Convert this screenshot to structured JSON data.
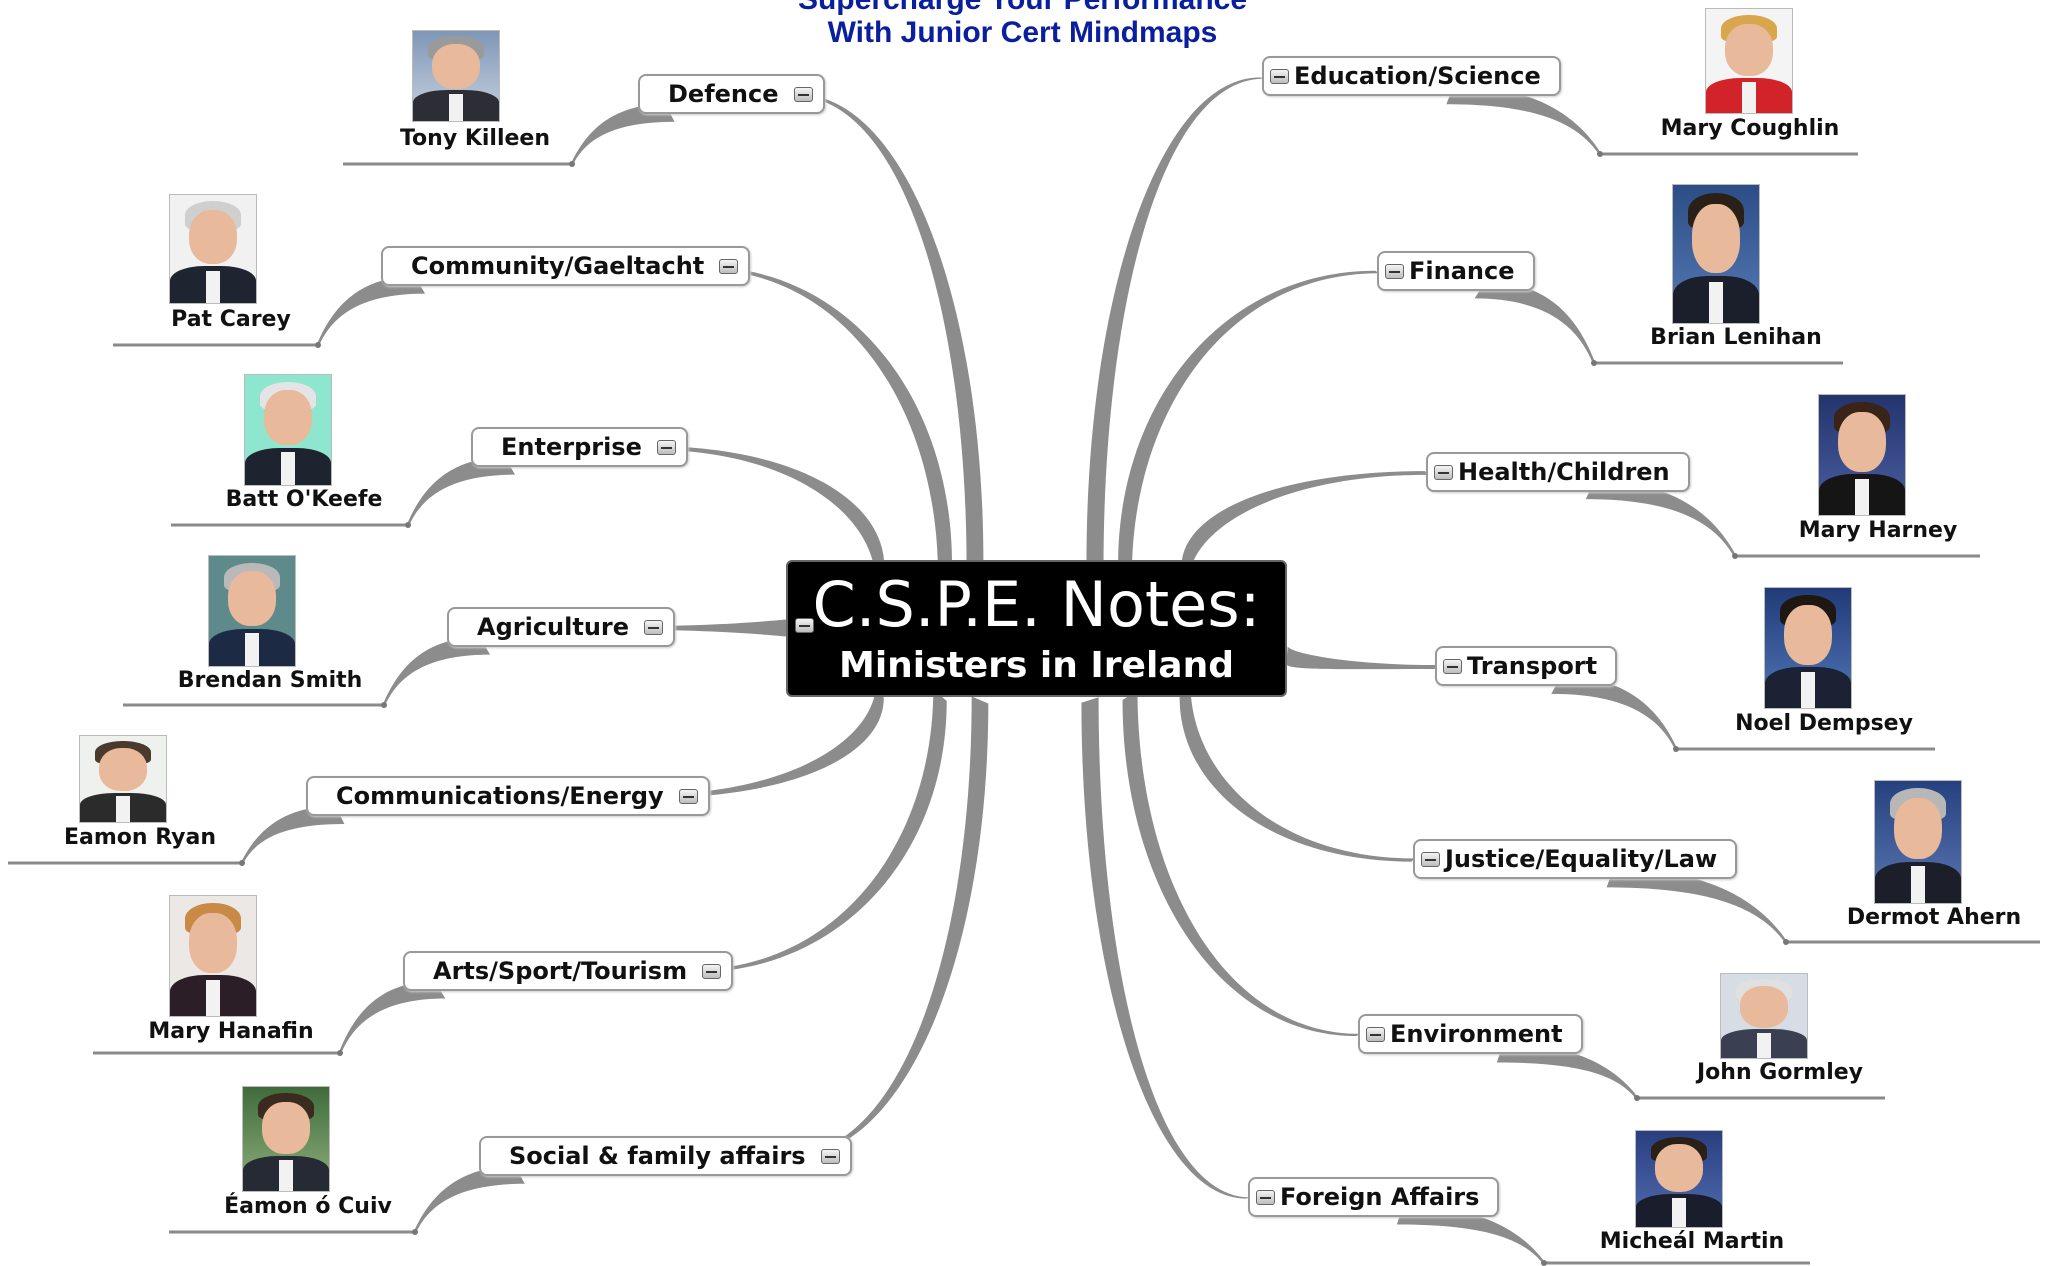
{
  "banner": {
    "line1": "Supercharge Your Performance",
    "line2": "With Junior Cert Mindmaps"
  },
  "central": {
    "title": "C.S.P.E. Notes:",
    "subtitle": "Ministers in Ireland"
  },
  "colors": {
    "banner": "#0a1f9e",
    "central_bg": "#000000",
    "link": "#8c8c8c",
    "underline": "#8a8a8a"
  },
  "branches": [
    {
      "department": "Defence",
      "minister": "Tony Killeen",
      "side": "left"
    },
    {
      "department": "Community/Gaeltacht",
      "minister": "Pat Carey",
      "side": "left"
    },
    {
      "department": "Enterprise",
      "minister": "Batt O'Keefe",
      "side": "left"
    },
    {
      "department": "Agriculture",
      "minister": "Brendan Smith",
      "side": "left"
    },
    {
      "department": "Communications/Energy",
      "minister": "Eamon Ryan",
      "side": "left"
    },
    {
      "department": "Arts/Sport/Tourism",
      "minister": "Mary Hanafin",
      "side": "left"
    },
    {
      "department": "Social & family affairs",
      "minister": "Éamon ó Cuiv",
      "side": "left"
    },
    {
      "department": "Education/Science",
      "minister": "Mary Coughlin",
      "side": "right"
    },
    {
      "department": "Finance",
      "minister": "Brian Lenihan",
      "side": "right"
    },
    {
      "department": "Health/Children",
      "minister": "Mary Harney",
      "side": "right"
    },
    {
      "department": "Transport",
      "minister": "Noel Dempsey",
      "side": "right"
    },
    {
      "department": "Justice/Equality/Law",
      "minister": "Dermot Ahern",
      "side": "right"
    },
    {
      "department": "Environment",
      "minister": "John Gormley",
      "side": "right"
    },
    {
      "department": "Foreign Affairs",
      "minister": "Micheál Martin",
      "side": "right"
    }
  ]
}
